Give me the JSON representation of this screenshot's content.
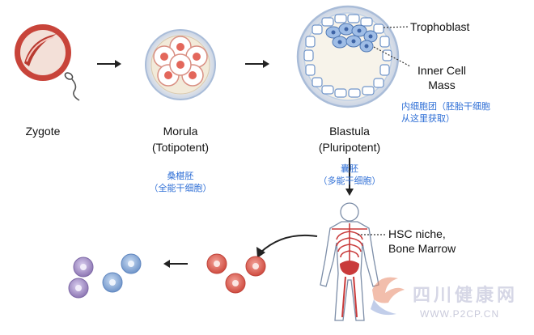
{
  "stages": {
    "zygote": "Zygote",
    "morula": "Morula",
    "morula_potency": "(Totipotent)",
    "morula_cn": "桑椹胚",
    "morula_cn_sub": "（全能干细胞）",
    "blastula": "Blastula",
    "blastula_potency": "(Pluripotent)",
    "blastula_cn": "囊胚",
    "blastula_cn_sub": "（多能干细胞）"
  },
  "callouts": {
    "trophoblast": "Trophoblast",
    "inner_cell_mass_line1": "Inner Cell",
    "inner_cell_mass_line2": "Mass",
    "inner_cell_mass_cn_line1": "内细胞团（胚胎干细胞",
    "inner_cell_mass_cn_line2": "从这里获取）",
    "hsc_line1": "HSC niche,",
    "hsc_line2": "Bone Marrow"
  },
  "watermark": {
    "name": "四川健康网",
    "url": "WWW.P2CP.CN"
  },
  "colors": {
    "annotation_blue": "#2f6fd6",
    "zygote_red": "#c8443a",
    "cell_red": "#d9534a",
    "cell_blue": "#6f94c9",
    "cell_purple": "#8d76b3",
    "marrow_red": "#c93a3a"
  }
}
